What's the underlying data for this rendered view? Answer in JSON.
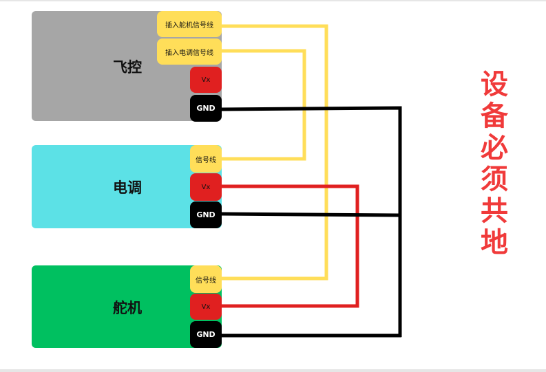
{
  "colors": {
    "fc_block": "#a6a6a6",
    "esc_block": "#5ce1e6",
    "servo_block": "#00c060",
    "signal_wire": "#ffde59",
    "power_wire": "#e02020",
    "ground_wire": "#000000",
    "note_text": "#f03a3a"
  },
  "flight_controller": {
    "label": "飞控",
    "servo_signal_pin": "插入舵机信号线",
    "esc_signal_pin": "插入电调信号线",
    "vx_pin": "Vx",
    "gnd_pin": "GND"
  },
  "esc": {
    "label": "电调",
    "signal_pin": "信号线",
    "vx_pin": "Vx",
    "gnd_pin": "GND"
  },
  "servo": {
    "label": "舵机",
    "signal_pin": "信号线",
    "vx_pin": "Vx",
    "gnd_pin": "GND"
  },
  "note": "设备必须共地"
}
